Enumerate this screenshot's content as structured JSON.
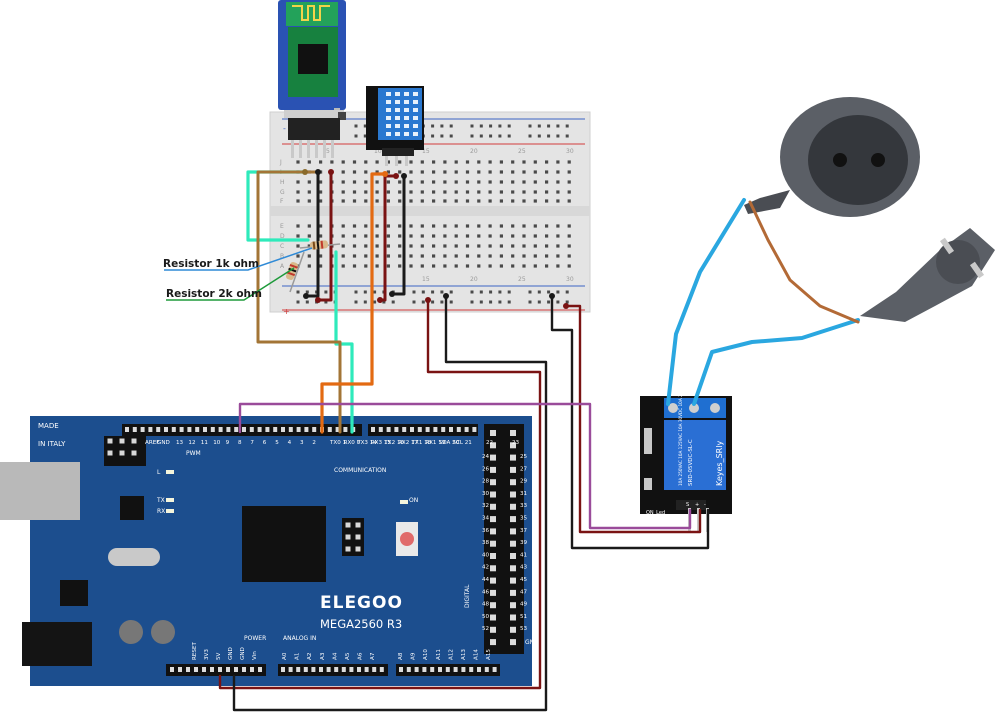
{
  "labels": {
    "resistor_1k": "Resistor 1k ohm",
    "resistor_2k": "Resistor 2k ohm"
  },
  "arduino": {
    "brand": "ELEGOO",
    "model": "MEGA2560  R3",
    "made": "MADE",
    "in_italy": "IN ITALY",
    "pwm": "PWM",
    "communication": "COMMUNICATION",
    "power": "POWER",
    "analog_in": "ANALOG  IN",
    "digital": "DIGITAL",
    "aref": "AREF",
    "gnd": "GND",
    "led_l": "L",
    "led_tx": "TX",
    "led_rx": "RX",
    "led_on": "ON",
    "top_pins": [
      "13",
      "12",
      "11",
      "10",
      "9",
      "8",
      "7",
      "6",
      "5",
      "4",
      "3",
      "2",
      "TX0 1",
      "RX0 0",
      "TX3 14",
      "RX3 15",
      "TX2 16",
      "RX2 17",
      "TX1 18",
      "RX1 19",
      "SDA 20",
      "SCL 21"
    ],
    "right_numbers_top": [
      "22",
      "23"
    ],
    "right_numbers": [
      "24",
      "26",
      "28",
      "30",
      "32",
      "34",
      "36",
      "38",
      "40",
      "42",
      "44",
      "46",
      "48",
      "50",
      "52"
    ],
    "right_numbers_right": [
      "25",
      "27",
      "29",
      "31",
      "33",
      "35",
      "37",
      "39",
      "41",
      "43",
      "45",
      "47",
      "49",
      "51",
      "53"
    ],
    "power_pins": [
      "RESET",
      "3V3",
      "5V",
      "GND",
      "GND",
      "Vin"
    ],
    "analog_pins": [
      "A0",
      "A1",
      "A2",
      "A3",
      "A4",
      "A5",
      "A6",
      "A7",
      "A8",
      "A9",
      "A10",
      "A11",
      "A12",
      "A13",
      "A14",
      "A15"
    ]
  },
  "breadboard": {
    "numbers_top": [
      "5",
      "10",
      "15",
      "20",
      "25",
      "30"
    ],
    "numbers_bottom": [
      "15",
      "20",
      "25",
      "30"
    ],
    "row_letters": [
      "J",
      "I",
      "H",
      "G",
      "F",
      "E",
      "D",
      "C",
      "B",
      "A"
    ],
    "rail_plus": "+",
    "rail_minus": "-"
  },
  "relay": {
    "model": "Keyes_SRly",
    "chip_text": "SRD-05VDC-SL-C",
    "rating": "10A 250VAC 10A 125VAC 10A 30VDC 10A 28VDC",
    "on_led": "ON_Led",
    "pins": [
      "S",
      "+",
      "-"
    ]
  },
  "colors": {
    "board": "#1c4e8e",
    "wire_cyan": "#2eeabb",
    "wire_orange": "#e36a12",
    "wire_tan": "#a37536",
    "wire_darkred": "#7a1313",
    "wire_black": "#1a1a1a",
    "wire_purple": "#9a4b9a",
    "wire_blue": "#2aa7e0",
    "wire_brown": "#b36a36",
    "callout_blue": "#2f8ad6",
    "callout_green": "#1e9a3a"
  }
}
